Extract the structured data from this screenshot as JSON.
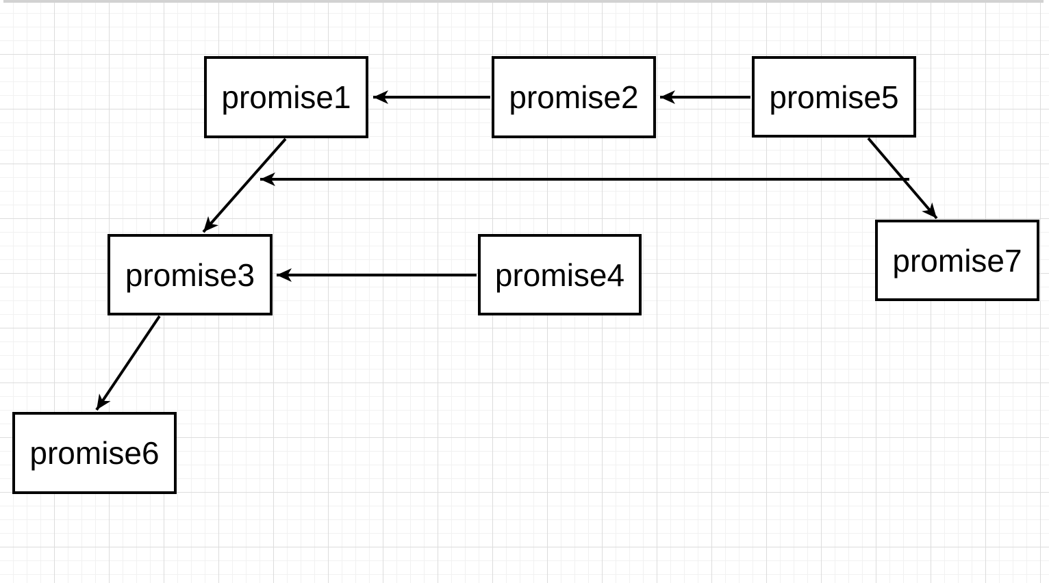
{
  "app": {
    "kind": "diagram-editor-canvas"
  },
  "canvas": {
    "background_color": "#ffffff",
    "grid_minor_color": "#f1f1f1",
    "grid_major_color": "#dcdcdc",
    "page_border_color": "#d2d2d2",
    "shape_fill_color": "#ffffff",
    "shape_stroke_color": "#000000",
    "edge_color": "#000000"
  },
  "diagram": {
    "nodes": [
      {
        "label": "promise1"
      },
      {
        "label": "promise2"
      },
      {
        "label": "promise5"
      },
      {
        "label": "promise3"
      },
      {
        "label": "promise4"
      },
      {
        "label": "promise7"
      },
      {
        "label": "promise6"
      }
    ],
    "edges": [
      {
        "from": "promise2",
        "to": "promise1"
      },
      {
        "from": "promise5",
        "to": "promise2"
      },
      {
        "from": "promise5",
        "to": "promise7"
      },
      {
        "from": "promise4",
        "to": "promise3"
      },
      {
        "from": "promise1",
        "to": "promise3"
      },
      {
        "from": "promise3",
        "to": "promise6"
      },
      {
        "from": "promise5-promise7-edge",
        "to": "promise1-promise3-edge"
      }
    ]
  }
}
